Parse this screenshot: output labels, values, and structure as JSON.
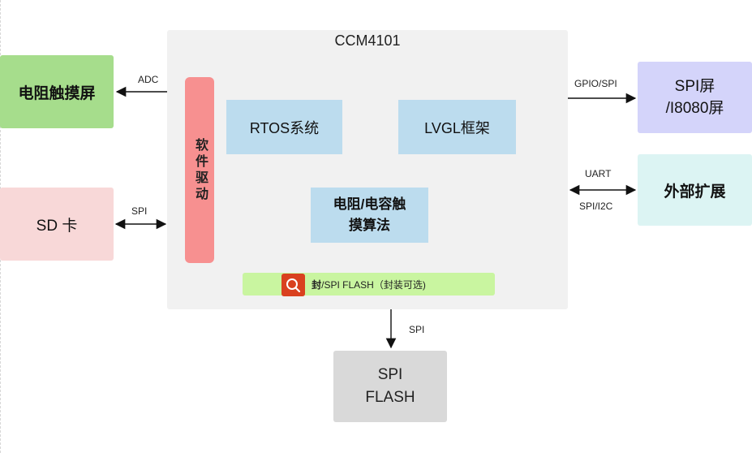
{
  "chip": {
    "title": "CCM4101",
    "driver": "软件驱动",
    "rtos": "RTOS系统",
    "lvgl": "LVGL框架",
    "algorithm_line1": "电阻/电容触",
    "algorithm_line2": "摸算法",
    "flash_bar_glyph": "封",
    "flash_bar_text": "/SPI FLASH（封装可选)"
  },
  "peripherals": {
    "touch": "电阻触摸屏",
    "sd": "SD 卡",
    "spi_screen_line1": "SPI屏",
    "spi_screen_line2": "/I8080屏",
    "expansion": "外部扩展",
    "spi_flash_line1": "SPI",
    "spi_flash_line2": "FLASH"
  },
  "edges": {
    "adc": "ADC",
    "spi_sd": "SPI",
    "gpio_spi": "GPIO/SPI",
    "uart": "UART",
    "spi_i2c": "SPI/I2C",
    "spi_flash": "SPI"
  },
  "icons": {
    "overlay": "search-icon"
  },
  "colors": {
    "touch": "#a6dd8c",
    "sd": "#f8d8d8",
    "spi_screen": "#d4d4fa",
    "expansion": "#dcf4f3",
    "driver": "#f79090",
    "module": "#bcdcee",
    "flash_bar": "#c9f5a0",
    "spi_flash": "#d9d9d9",
    "chip": "#f1f1f1",
    "overlay": "#d9411f"
  }
}
